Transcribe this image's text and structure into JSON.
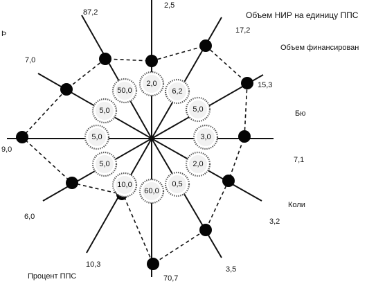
{
  "title": "Объем  НИР на единицу ППС",
  "fragments": {
    "right_upper": "Объем  финансирован",
    "right_mid": "Бю",
    "right_lower": "Коли",
    "bottom_left": "Процент ППС"
  },
  "axes": [
    {
      "outer": "2,5",
      "inner": "2,0"
    },
    {
      "outer": "17,2",
      "inner": "6,2"
    },
    {
      "outer": "15,3",
      "inner": "5,0"
    },
    {
      "outer": "7,1",
      "inner": "3,0"
    },
    {
      "outer": "",
      "inner": "2,0"
    },
    {
      "outer": "3,2",
      "inner": "0,5"
    },
    {
      "outer": "3,5",
      "inner": "60,0"
    },
    {
      "outer": "70,7",
      "inner": "10,0"
    },
    {
      "outer": "10,3",
      "inner": "5,0"
    },
    {
      "outer": "6,0",
      "inner": "5,0"
    },
    {
      "outer": "9,0",
      "inner": "5,0"
    },
    {
      "outer": "7,0",
      "inner": "50,0"
    },
    {
      "outer": "87,2",
      "inner": ""
    }
  ]
}
